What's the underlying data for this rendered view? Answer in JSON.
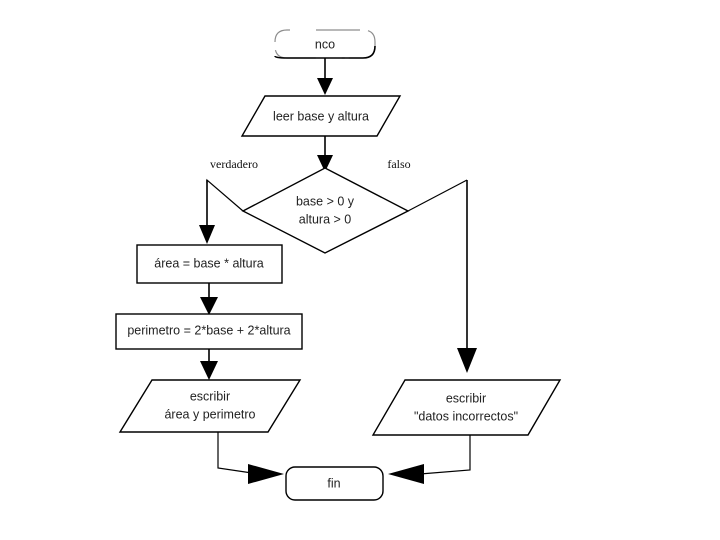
{
  "diagram": {
    "title": "",
    "type": "flowchart",
    "language": "es",
    "nodes": [
      {
        "id": "start",
        "shape": "terminator",
        "label": "nco"
      },
      {
        "id": "input",
        "shape": "parallelogram",
        "label": "leer base y altura"
      },
      {
        "id": "decision",
        "shape": "diamond",
        "line1": "base > 0 y",
        "line2": "altura > 0"
      },
      {
        "id": "area",
        "shape": "rectangle",
        "label": "área = base * altura"
      },
      {
        "id": "perimeter",
        "shape": "rectangle",
        "label": "perimetro = 2*base + 2*altura"
      },
      {
        "id": "output-ok",
        "shape": "parallelogram",
        "line1": "escribir",
        "line2": "área y perimetro"
      },
      {
        "id": "output-error",
        "shape": "parallelogram",
        "line1": "escribir",
        "line2": "\"datos incorrectos\""
      },
      {
        "id": "end",
        "shape": "terminator",
        "label": "fin"
      }
    ],
    "branch_labels": {
      "true": "verdadero",
      "false": "falso"
    },
    "colors": {
      "stroke": "#000000",
      "faint_stroke": "#8d8d8d",
      "text": "#222222",
      "background": "#ffffff"
    }
  }
}
